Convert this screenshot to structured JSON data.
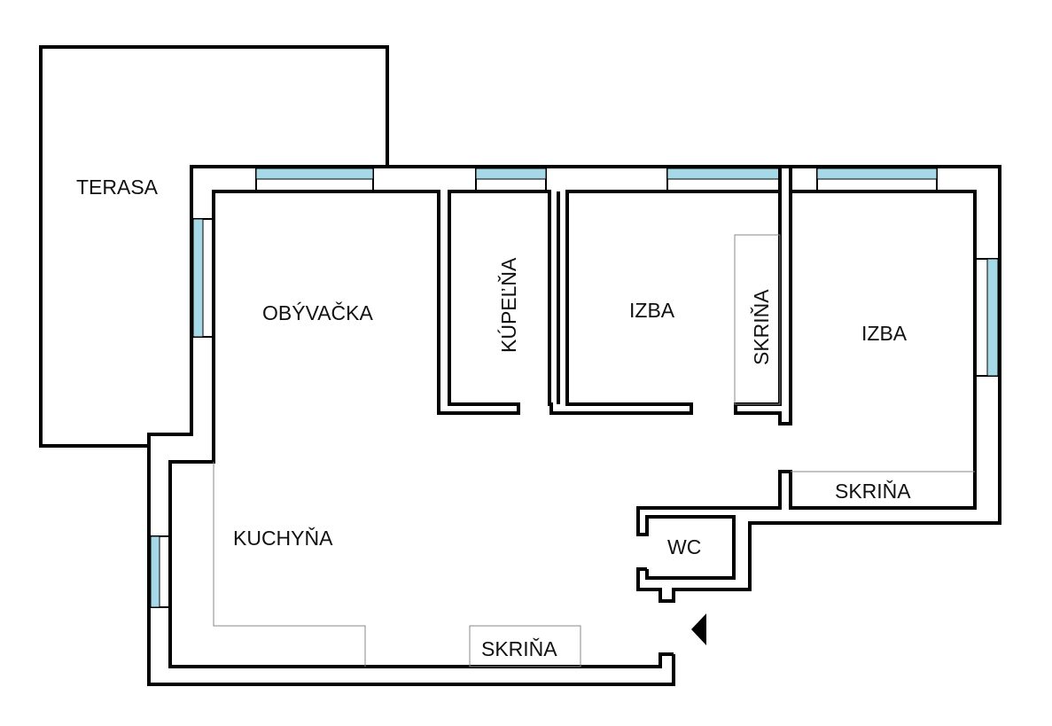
{
  "plan": {
    "colors": {
      "wall": "#000000",
      "window": "#a6d9e8",
      "furniture": "#888888"
    },
    "rooms": {
      "terrace": "TERASA",
      "living_room": "OBÝVAČKA",
      "bathroom": "KÚPEĽŇA",
      "room_1": "IZBA",
      "wardrobe_1": "SKRIŇA",
      "room_2": "IZBA",
      "wardrobe_2": "SKRIŇA",
      "kitchen": "KUCHYŇA",
      "wc": "WC",
      "wardrobe_3": "SKRIŇA"
    },
    "entrance_icon": "triangle-arrow-left"
  }
}
